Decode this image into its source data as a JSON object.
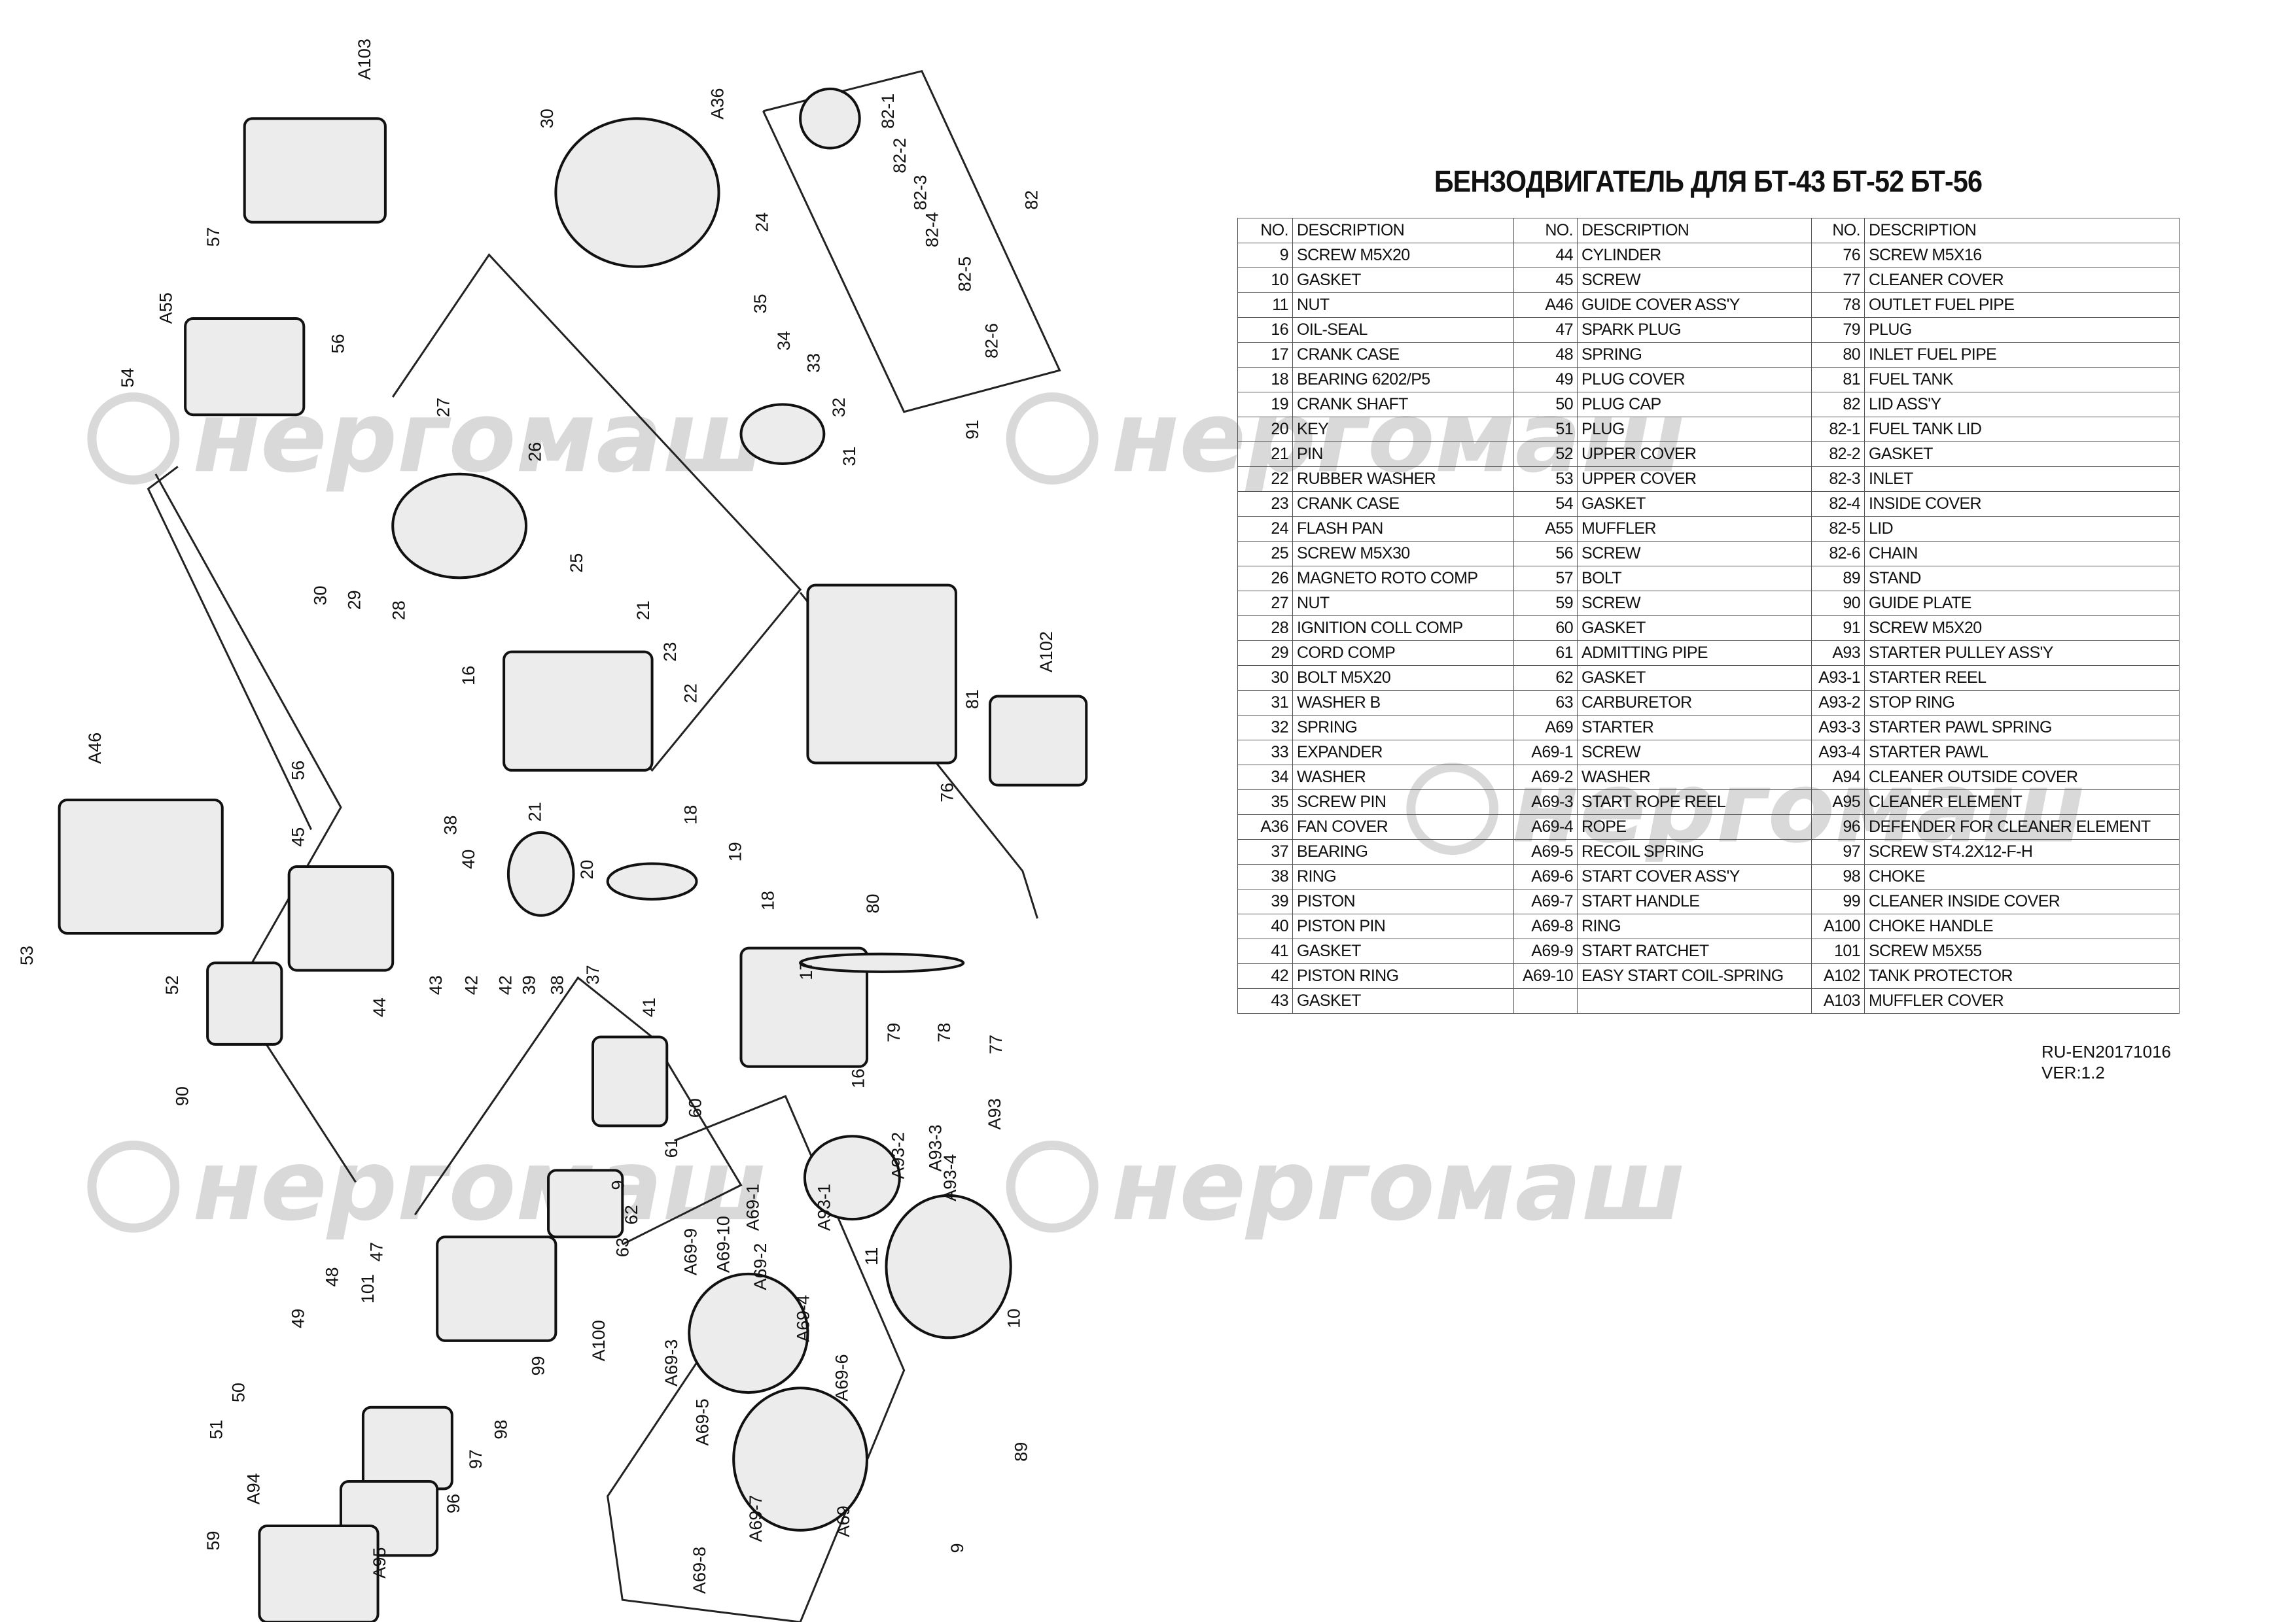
{
  "title": "БЕНЗОДВИГАТЕЛЬ ДЛЯ  БТ-43  БТ-52  БТ-56",
  "watermark": "Энергомаш",
  "table": {
    "headers": [
      "NO.",
      "DESCRIPTION",
      "NO.",
      "DESCRIPTION",
      "NO.",
      "DESCRIPTION"
    ],
    "rows": [
      [
        "9",
        "SCREW M5X20",
        "44",
        "CYLINDER",
        "76",
        "SCREW M5X16"
      ],
      [
        "10",
        "GASKET",
        "45",
        "SCREW",
        "77",
        "CLEANER COVER"
      ],
      [
        "11",
        "NUT",
        "A46",
        "GUIDE COVER ASS'Y",
        "78",
        "OUTLET FUEL PIPE"
      ],
      [
        "16",
        "OIL-SEAL",
        "47",
        "SPARK PLUG",
        "79",
        "PLUG"
      ],
      [
        "17",
        "CRANK CASE",
        "48",
        "SPRING",
        "80",
        "INLET FUEL PIPE"
      ],
      [
        "18",
        "BEARING 6202/P5",
        "49",
        "PLUG COVER",
        "81",
        "FUEL TANK"
      ],
      [
        "19",
        "CRANK SHAFT",
        "50",
        "PLUG CAP",
        "82",
        "LID ASS'Y"
      ],
      [
        "20",
        "KEY",
        "51",
        "PLUG",
        "82-1",
        "FUEL TANK LID"
      ],
      [
        "21",
        "PIN",
        "52",
        "UPPER COVER",
        "82-2",
        "GASKET"
      ],
      [
        "22",
        "RUBBER WASHER",
        "53",
        "UPPER COVER",
        "82-3",
        "INLET"
      ],
      [
        "23",
        "CRANK CASE",
        "54",
        "GASKET",
        "82-4",
        "INSIDE COVER"
      ],
      [
        "24",
        "FLASH PAN",
        "A55",
        "MUFFLER",
        "82-5",
        "LID"
      ],
      [
        "25",
        "SCREW M5X30",
        "56",
        "SCREW",
        "82-6",
        "CHAIN"
      ],
      [
        "26",
        "MAGNETO ROTO COMP",
        "57",
        "BOLT",
        "89",
        "STAND"
      ],
      [
        "27",
        "NUT",
        "59",
        "SCREW",
        "90",
        "GUIDE PLATE"
      ],
      [
        "28",
        "IGNITION COLL COMP",
        "60",
        "GASKET",
        "91",
        "SCREW M5X20"
      ],
      [
        "29",
        "CORD COMP",
        "61",
        "ADMITTING PIPE",
        "A93",
        "STARTER PULLEY ASS'Y"
      ],
      [
        "30",
        "BOLT M5X20",
        "62",
        "GASKET",
        "A93-1",
        "STARTER REEL"
      ],
      [
        "31",
        "WASHER B",
        "63",
        "CARBURETOR",
        "A93-2",
        "STOP RING"
      ],
      [
        "32",
        "SPRING",
        "A69",
        "STARTER",
        "A93-3",
        "STARTER PAWL SPRING"
      ],
      [
        "33",
        "EXPANDER",
        "A69-1",
        "SCREW",
        "A93-4",
        "STARTER PAWL"
      ],
      [
        "34",
        "WASHER",
        "A69-2",
        "WASHER",
        "A94",
        "CLEANER OUTSIDE COVER"
      ],
      [
        "35",
        "SCREW PIN",
        "A69-3",
        "START ROPE REEL",
        "A95",
        "CLEANER ELEMENT"
      ],
      [
        "A36",
        "FAN COVER",
        "A69-4",
        "ROPE",
        "96",
        "DEFENDER FOR CLEANER ELEMENT"
      ],
      [
        "37",
        "BEARING",
        "A69-5",
        "RECOIL SPRING",
        "97",
        "SCREW ST4.2X12-F-H"
      ],
      [
        "38",
        "RING",
        "A69-6",
        "START COVER ASS'Y",
        "98",
        "CHOKE"
      ],
      [
        "39",
        "PISTON",
        "A69-7",
        "START HANDLE",
        "99",
        "CLEANER INSIDE COVER"
      ],
      [
        "40",
        "PISTON PIN",
        "A69-8",
        "RING",
        "A100",
        "CHOKE HANDLE"
      ],
      [
        "41",
        "GASKET",
        "A69-9",
        "START RATCHET",
        "101",
        "SCREW M5X55"
      ],
      [
        "42",
        "PISTON RING",
        "A69-10",
        "EASY START COIL-SPRING",
        "A102",
        "TANK PROTECTOR"
      ],
      [
        "43",
        "GASKET",
        "",
        "",
        "A103",
        "MUFFLER COVER"
      ]
    ]
  },
  "footer": {
    "doc_code": "RU-EN20171016",
    "version": "VER:1.2"
  },
  "callouts": [
    "A103",
    "30",
    "A36",
    "82-1",
    "82-2",
    "82-3",
    "82-4",
    "82-5",
    "82-6",
    "82",
    "24",
    "57",
    "A55",
    "56",
    "54",
    "35",
    "34",
    "33",
    "32",
    "27",
    "26",
    "91",
    "31",
    "25",
    "30",
    "29",
    "28",
    "21",
    "23",
    "16",
    "22",
    "81",
    "A102",
    "A46",
    "56",
    "45",
    "76",
    "38",
    "40",
    "20",
    "19",
    "21",
    "18",
    "18",
    "53",
    "52",
    "44",
    "43",
    "42",
    "42",
    "39",
    "38",
    "37",
    "17",
    "80",
    "79",
    "78",
    "77",
    "90",
    "41",
    "16",
    "60",
    "A93",
    "61",
    "A93-2",
    "A93-3",
    "A93-4",
    "9",
    "62",
    "A93-1",
    "11",
    "63",
    "A69-1",
    "A69-10",
    "A69-9",
    "A69-2",
    "47",
    "48",
    "49",
    "10",
    "A100",
    "101",
    "99",
    "A69-4",
    "A69-3",
    "A69-6",
    "A69-5",
    "50",
    "51",
    "98",
    "97",
    "96",
    "89",
    "A95",
    "A69-7",
    "A69",
    "A69-8",
    "9",
    "A94",
    "59"
  ]
}
